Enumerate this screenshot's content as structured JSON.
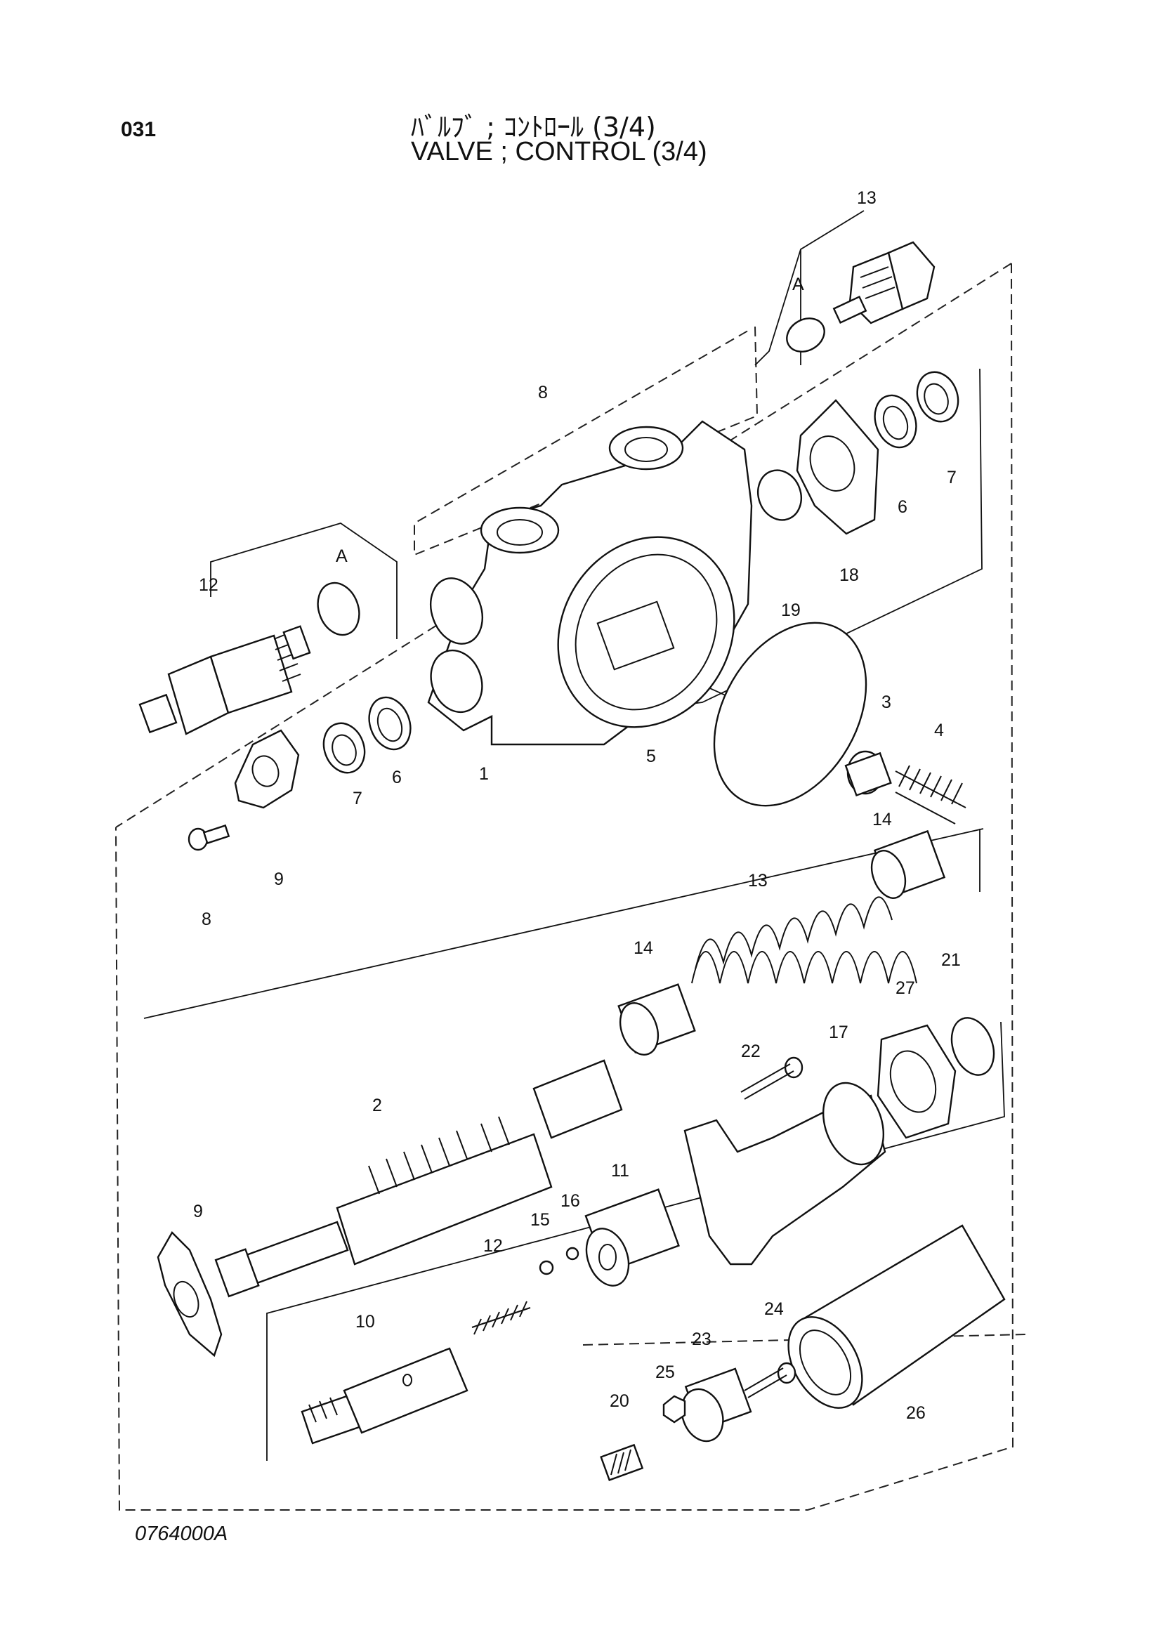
{
  "header": {
    "page_code": "031",
    "title_jp": "ﾊﾞﾙﾌﾞ ; ｺﾝﾄﾛｰﾙ (3/4)",
    "title_en": "VALVE ; CONTROL (3/4)"
  },
  "footer": {
    "drawing_number": "0764000A"
  },
  "callouts": {
    "c13_top": "13",
    "cA_top": "A",
    "c8_body": "8",
    "c12_relief": "12",
    "cA_left": "A",
    "c7_right": "7",
    "c6_right": "6",
    "c18": "18",
    "c19": "19",
    "c1": "1",
    "c5": "5",
    "c3": "3",
    "c4": "4",
    "c7_left": "7",
    "c6_left": "6",
    "c9_top": "9",
    "c8_screw": "8",
    "c14_upper": "14",
    "c13_spring": "13",
    "c14_mid": "14",
    "c21": "21",
    "c27": "27",
    "c22": "22",
    "c17": "17",
    "c2": "2",
    "c11": "11",
    "c16": "16",
    "c15": "15",
    "c12_spring": "12",
    "c9_bottom": "9",
    "c10": "10",
    "c24": "24",
    "c23": "23",
    "c25": "25",
    "c20": "20",
    "c26": "26"
  }
}
